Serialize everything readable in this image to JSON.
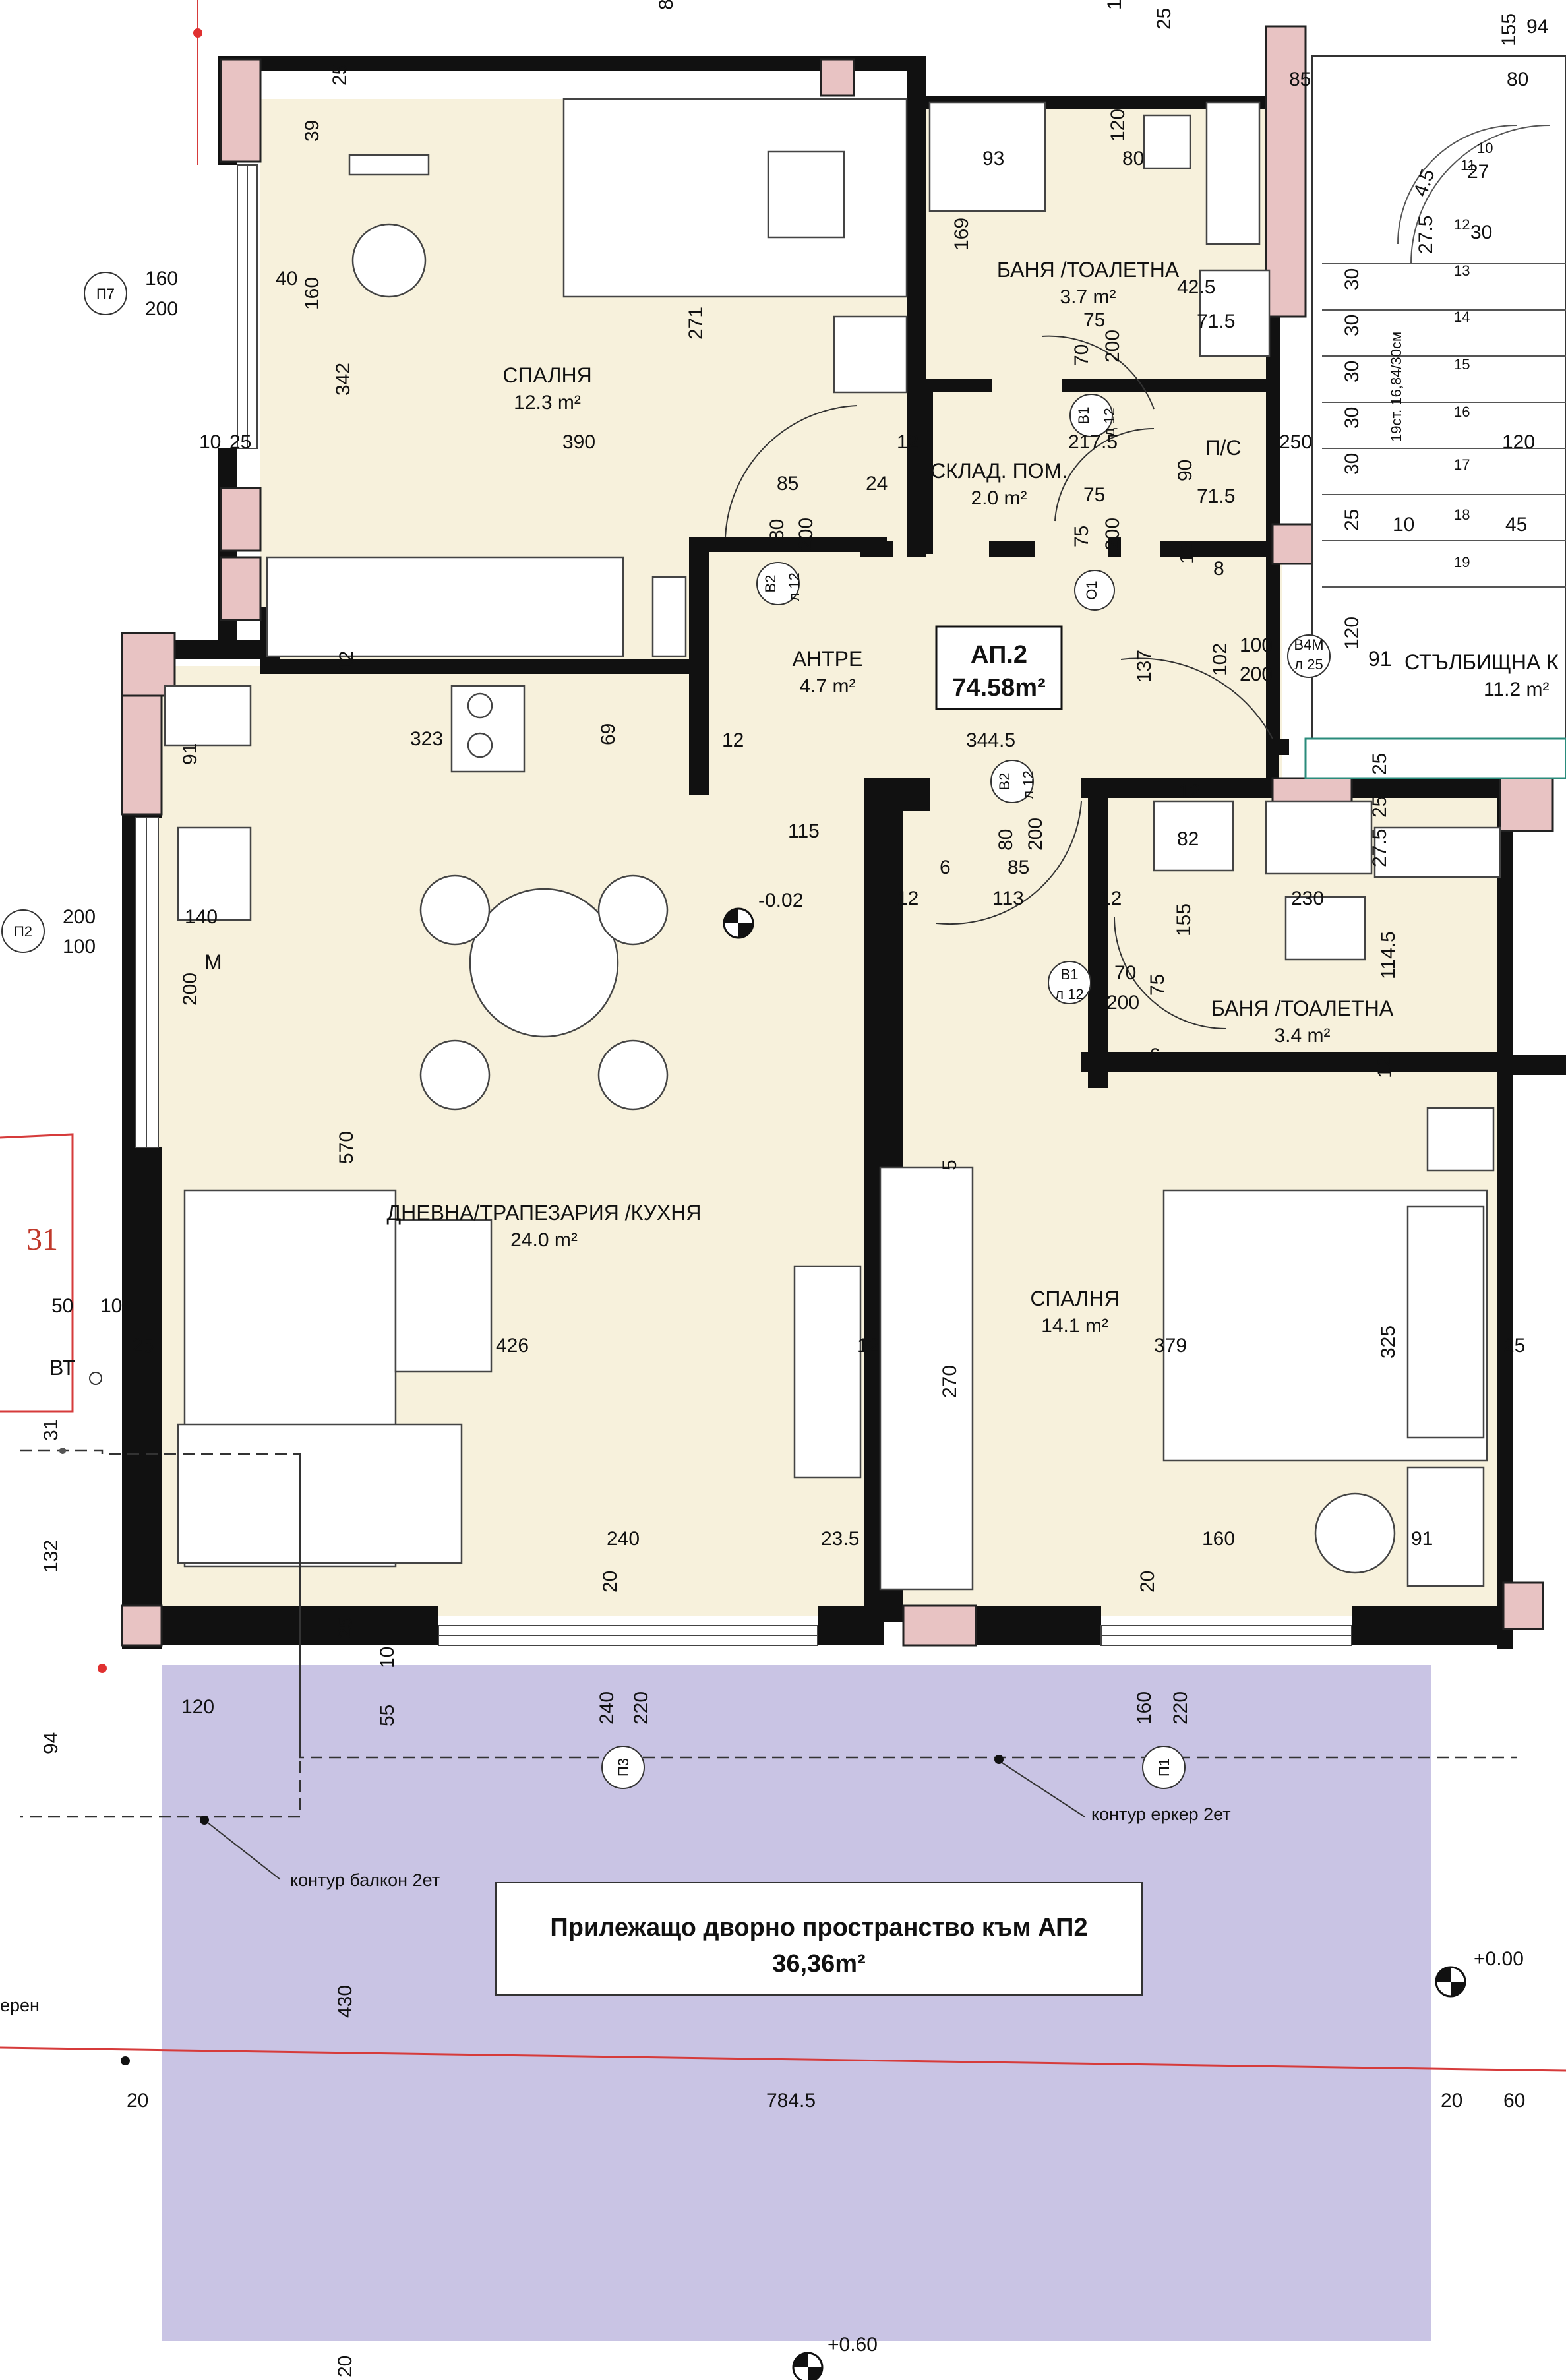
{
  "apartment": {
    "name": "АП.2",
    "area": "74.58m²"
  },
  "rooms": {
    "bedroom1": {
      "label": "СПАЛНЯ",
      "area": "12.3 m²"
    },
    "bath1": {
      "label": "БАНЯ /ТОАЛЕТНА",
      "area": "3.7 m²"
    },
    "storage": {
      "label": "СКЛАД. ПОМ.",
      "area": "2.0 m²"
    },
    "antre": {
      "label": "АНТРЕ",
      "area": "4.7 m²"
    },
    "stair": {
      "label": "СТЪЛБИЩНА К",
      "area": "11.2 m²"
    },
    "living": {
      "label": "ДНЕВНА/ТРАПЕЗАРИЯ /КУХНЯ",
      "area": "24.0 m²"
    },
    "bath2": {
      "label": "БАНЯ /ТОАЛЕТНА",
      "area": "3.4 m²"
    },
    "bedroom2": {
      "label": "СПАЛНЯ",
      "area": "14.1 m²"
    },
    "ps": {
      "label": "П/С"
    }
  },
  "yard": {
    "line1": "Прилежащо дворно пространство към АП2",
    "line2": "36,36m²"
  },
  "annotations": {
    "balcony_contour": "контур балкон 2ет",
    "bay_contour": "контур еркер 2ет",
    "level_antre": "-0.02",
    "level_yard_right": "+0.00",
    "level_yard_bottom": "+0.60",
    "stair_note": "19ст. 16,84/30см",
    "grid_axis": "31",
    "grid_axis_stair": "91",
    "bt": "ВТ",
    "m": "M",
    "left_cut": "ерен"
  },
  "openings": {
    "p7": "П7",
    "p2": "П2",
    "p3": "П3",
    "p1": "П1",
    "b1a": "В1",
    "b2a": "В2",
    "b2b": "В2",
    "b1b": "В1",
    "b4m": "В4М",
    "o1": "О1",
    "l12": "л 12",
    "d12": "д 12",
    "l25": "л 25"
  },
  "dims": [
    {
      "id": "d1",
      "t": "25"
    },
    {
      "id": "d2",
      "t": "39"
    },
    {
      "id": "d3",
      "t": "160"
    },
    {
      "id": "d4",
      "t": "200"
    },
    {
      "id": "d5",
      "t": "40"
    },
    {
      "id": "d6",
      "t": "160"
    },
    {
      "id": "d7",
      "t": "342"
    },
    {
      "id": "d8",
      "t": "271"
    },
    {
      "id": "d9",
      "t": "10"
    },
    {
      "id": "d10",
      "t": "25"
    },
    {
      "id": "d11",
      "t": "390"
    },
    {
      "id": "d12",
      "t": "12"
    },
    {
      "id": "d13",
      "t": "85"
    },
    {
      "id": "d14",
      "t": "24"
    },
    {
      "id": "d15",
      "t": "80"
    },
    {
      "id": "d16",
      "t": "200"
    },
    {
      "id": "d17",
      "t": "93"
    },
    {
      "id": "d18",
      "t": "120"
    },
    {
      "id": "d19",
      "t": "80"
    },
    {
      "id": "d20",
      "t": "169"
    },
    {
      "id": "d21",
      "t": "42.5"
    },
    {
      "id": "d22",
      "t": "75"
    },
    {
      "id": "d23",
      "t": "71.5"
    },
    {
      "id": "d24",
      "t": "70"
    },
    {
      "id": "d25",
      "t": "200"
    },
    {
      "id": "d26",
      "t": "217.5"
    },
    {
      "id": "d27",
      "t": "75"
    },
    {
      "id": "d28",
      "t": "90"
    },
    {
      "id": "d29",
      "t": "71.5"
    },
    {
      "id": "d30",
      "t": "75"
    },
    {
      "id": "d31",
      "t": "200"
    },
    {
      "id": "d32",
      "t": "12"
    },
    {
      "id": "d33",
      "t": "8"
    },
    {
      "id": "d34",
      "t": "12"
    },
    {
      "id": "d35",
      "t": "91"
    },
    {
      "id": "d36",
      "t": "323"
    },
    {
      "id": "d37",
      "t": "69"
    },
    {
      "id": "d38",
      "t": "12"
    },
    {
      "id": "d39",
      "t": "137"
    },
    {
      "id": "d40",
      "t": "102"
    },
    {
      "id": "d41",
      "t": "100"
    },
    {
      "id": "d42",
      "t": "200"
    },
    {
      "id": "d43",
      "t": "120"
    },
    {
      "id": "d44",
      "t": "344.5"
    },
    {
      "id": "d45",
      "t": "115"
    },
    {
      "id": "d46",
      "t": "12"
    },
    {
      "id": "d47",
      "t": "25"
    },
    {
      "id": "d48",
      "t": "25"
    },
    {
      "id": "d49",
      "t": "27.5"
    },
    {
      "id": "d50",
      "t": "80"
    },
    {
      "id": "d51",
      "t": "200"
    },
    {
      "id": "d52",
      "t": "82"
    },
    {
      "id": "d53",
      "t": "6"
    },
    {
      "id": "d54",
      "t": "85"
    },
    {
      "id": "d55",
      "t": "230"
    },
    {
      "id": "d56",
      "t": "200"
    },
    {
      "id": "d57",
      "t": "100"
    },
    {
      "id": "d58",
      "t": "140"
    },
    {
      "id": "d59",
      "t": "12"
    },
    {
      "id": "d60",
      "t": "113"
    },
    {
      "id": "d61",
      "t": "12"
    },
    {
      "id": "d62",
      "t": "155"
    },
    {
      "id": "d63",
      "t": "114.5"
    },
    {
      "id": "d64",
      "t": "200"
    },
    {
      "id": "d65",
      "t": "70"
    },
    {
      "id": "d66",
      "t": "200"
    },
    {
      "id": "d67",
      "t": "75"
    },
    {
      "id": "d68",
      "t": "6"
    },
    {
      "id": "d69",
      "t": "12"
    },
    {
      "id": "d70",
      "t": "570"
    },
    {
      "id": "d71",
      "t": "5"
    },
    {
      "id": "d72",
      "t": "50"
    },
    {
      "id": "d73",
      "t": "10"
    },
    {
      "id": "d74",
      "t": "25"
    },
    {
      "id": "d75",
      "t": "426"
    },
    {
      "id": "d76",
      "t": "12"
    },
    {
      "id": "d77",
      "t": "379"
    },
    {
      "id": "d78",
      "t": "325"
    },
    {
      "id": "d79",
      "t": "25"
    },
    {
      "id": "d80",
      "t": "270"
    },
    {
      "id": "d81",
      "t": "31"
    },
    {
      "id": "d82",
      "t": "132"
    },
    {
      "id": "d83",
      "t": "240"
    },
    {
      "id": "d84",
      "t": "23.5"
    },
    {
      "id": "d85",
      "t": "160"
    },
    {
      "id": "d86",
      "t": "91"
    },
    {
      "id": "d87",
      "t": "20"
    },
    {
      "id": "d88",
      "t": "20"
    },
    {
      "id": "d89",
      "t": "25"
    },
    {
      "id": "d90",
      "t": "10"
    },
    {
      "id": "d91",
      "t": "120"
    },
    {
      "id": "d92",
      "t": "55"
    },
    {
      "id": "d93",
      "t": "240"
    },
    {
      "id": "d94",
      "t": "220"
    },
    {
      "id": "d95",
      "t": "160"
    },
    {
      "id": "d96",
      "t": "220"
    },
    {
      "id": "d97",
      "t": "94"
    },
    {
      "id": "d98",
      "t": "430"
    },
    {
      "id": "d99",
      "t": "20"
    },
    {
      "id": "d100",
      "t": "784.5"
    },
    {
      "id": "d101",
      "t": "20"
    },
    {
      "id": "d102",
      "t": "60"
    },
    {
      "id": "d103",
      "t": "20"
    },
    {
      "id": "d104",
      "t": "85"
    },
    {
      "id": "d105",
      "t": "155"
    },
    {
      "id": "d106",
      "t": "80"
    },
    {
      "id": "d107",
      "t": "27"
    },
    {
      "id": "d108",
      "t": "4.5"
    },
    {
      "id": "d109",
      "t": "27.5"
    },
    {
      "id": "d110",
      "t": "30"
    },
    {
      "id": "d111",
      "t": "30"
    },
    {
      "id": "d112",
      "t": "30"
    },
    {
      "id": "d113",
      "t": "30"
    },
    {
      "id": "d114",
      "t": "30"
    },
    {
      "id": "d115",
      "t": "30"
    },
    {
      "id": "d116",
      "t": "25"
    },
    {
      "id": "d117",
      "t": "250"
    },
    {
      "id": "d118",
      "t": "120"
    },
    {
      "id": "d119",
      "t": "10"
    },
    {
      "id": "d120",
      "t": "45"
    },
    {
      "id": "d121",
      "t": "80"
    },
    {
      "id": "d122",
      "t": "120"
    },
    {
      "id": "d123",
      "t": "25"
    },
    {
      "id": "d124",
      "t": "94"
    }
  ],
  "stair_steps": [
    "10",
    "11",
    "12",
    "13",
    "14",
    "15",
    "16",
    "17",
    "18",
    "19"
  ]
}
